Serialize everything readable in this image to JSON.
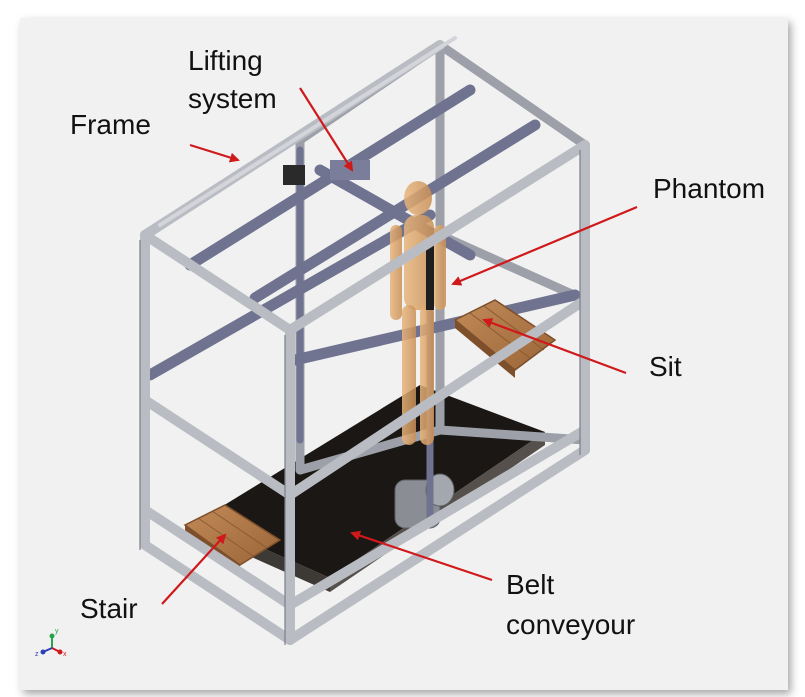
{
  "labels": {
    "frame": "Frame",
    "lifting_line1": "Lifting",
    "lifting_line2": "system",
    "phantom": "Phantom",
    "sit": "Sit",
    "stair": "Stair",
    "belt_line1": "Belt",
    "belt_line2": "conveyour"
  },
  "axes_triad": {
    "x": "x",
    "y": "y",
    "z": "z"
  },
  "colors": {
    "frame": "#b9bcc3",
    "frame_edge": "#7b7f88",
    "rail": "#6f7390",
    "belt": "#1b1714",
    "wood": "#b07a4b",
    "wood_dark": "#7d4f2b",
    "phantom": "#d9a36a",
    "arrow": "#d0191b"
  }
}
